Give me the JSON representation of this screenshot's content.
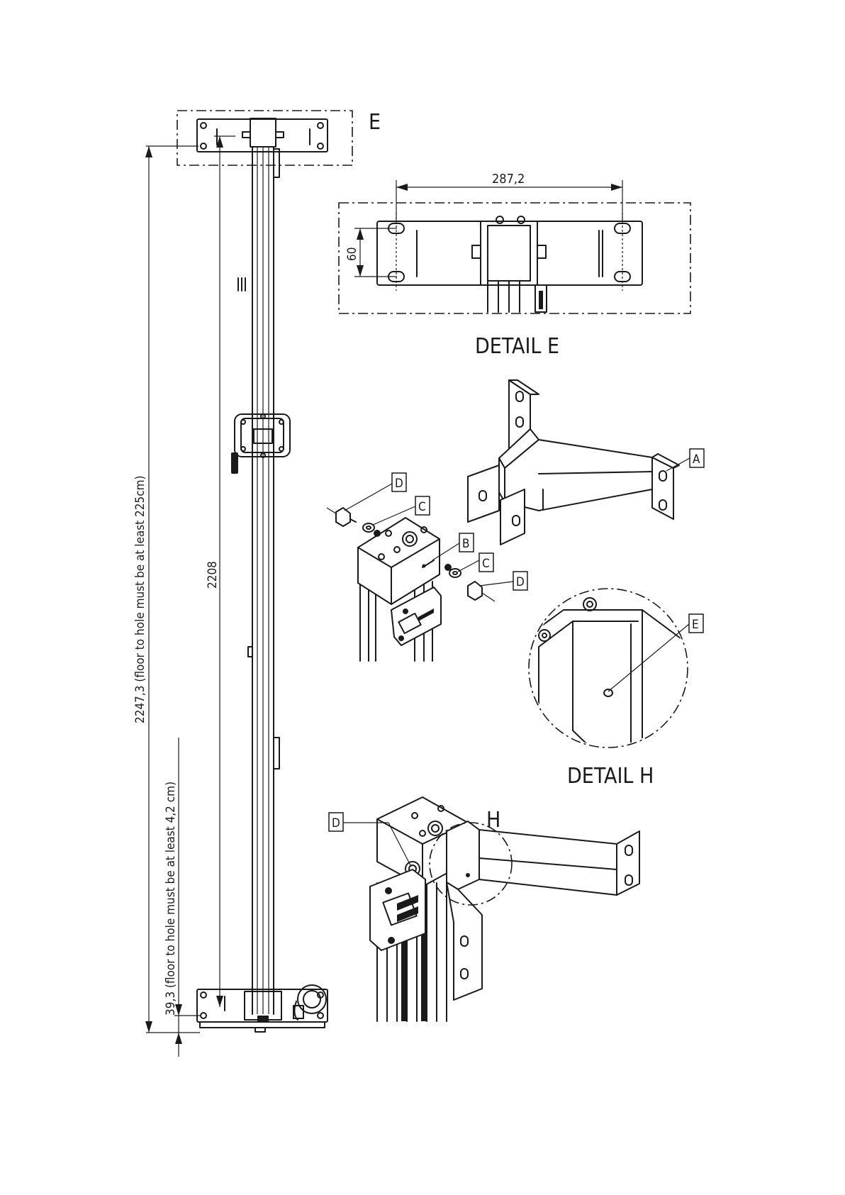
{
  "details": {
    "e_marker": "E",
    "detail_e_title": "DETAIL E",
    "h_marker": "H",
    "detail_h_title": "DETAIL H"
  },
  "dimensions": {
    "overall_height": "2247,3 (floor to hole must be at least 225cm)",
    "hole_spacing_vertical": "2208",
    "floor_offset": "39,3 (floor to hole must be at least 4,2 cm)",
    "detail_e_width": "287,2",
    "detail_e_height": "60"
  },
  "callouts": {
    "a": "A",
    "b": "B",
    "c1": "C",
    "c2": "C",
    "d1": "D",
    "d2": "D",
    "d3": "D",
    "e": "E"
  }
}
